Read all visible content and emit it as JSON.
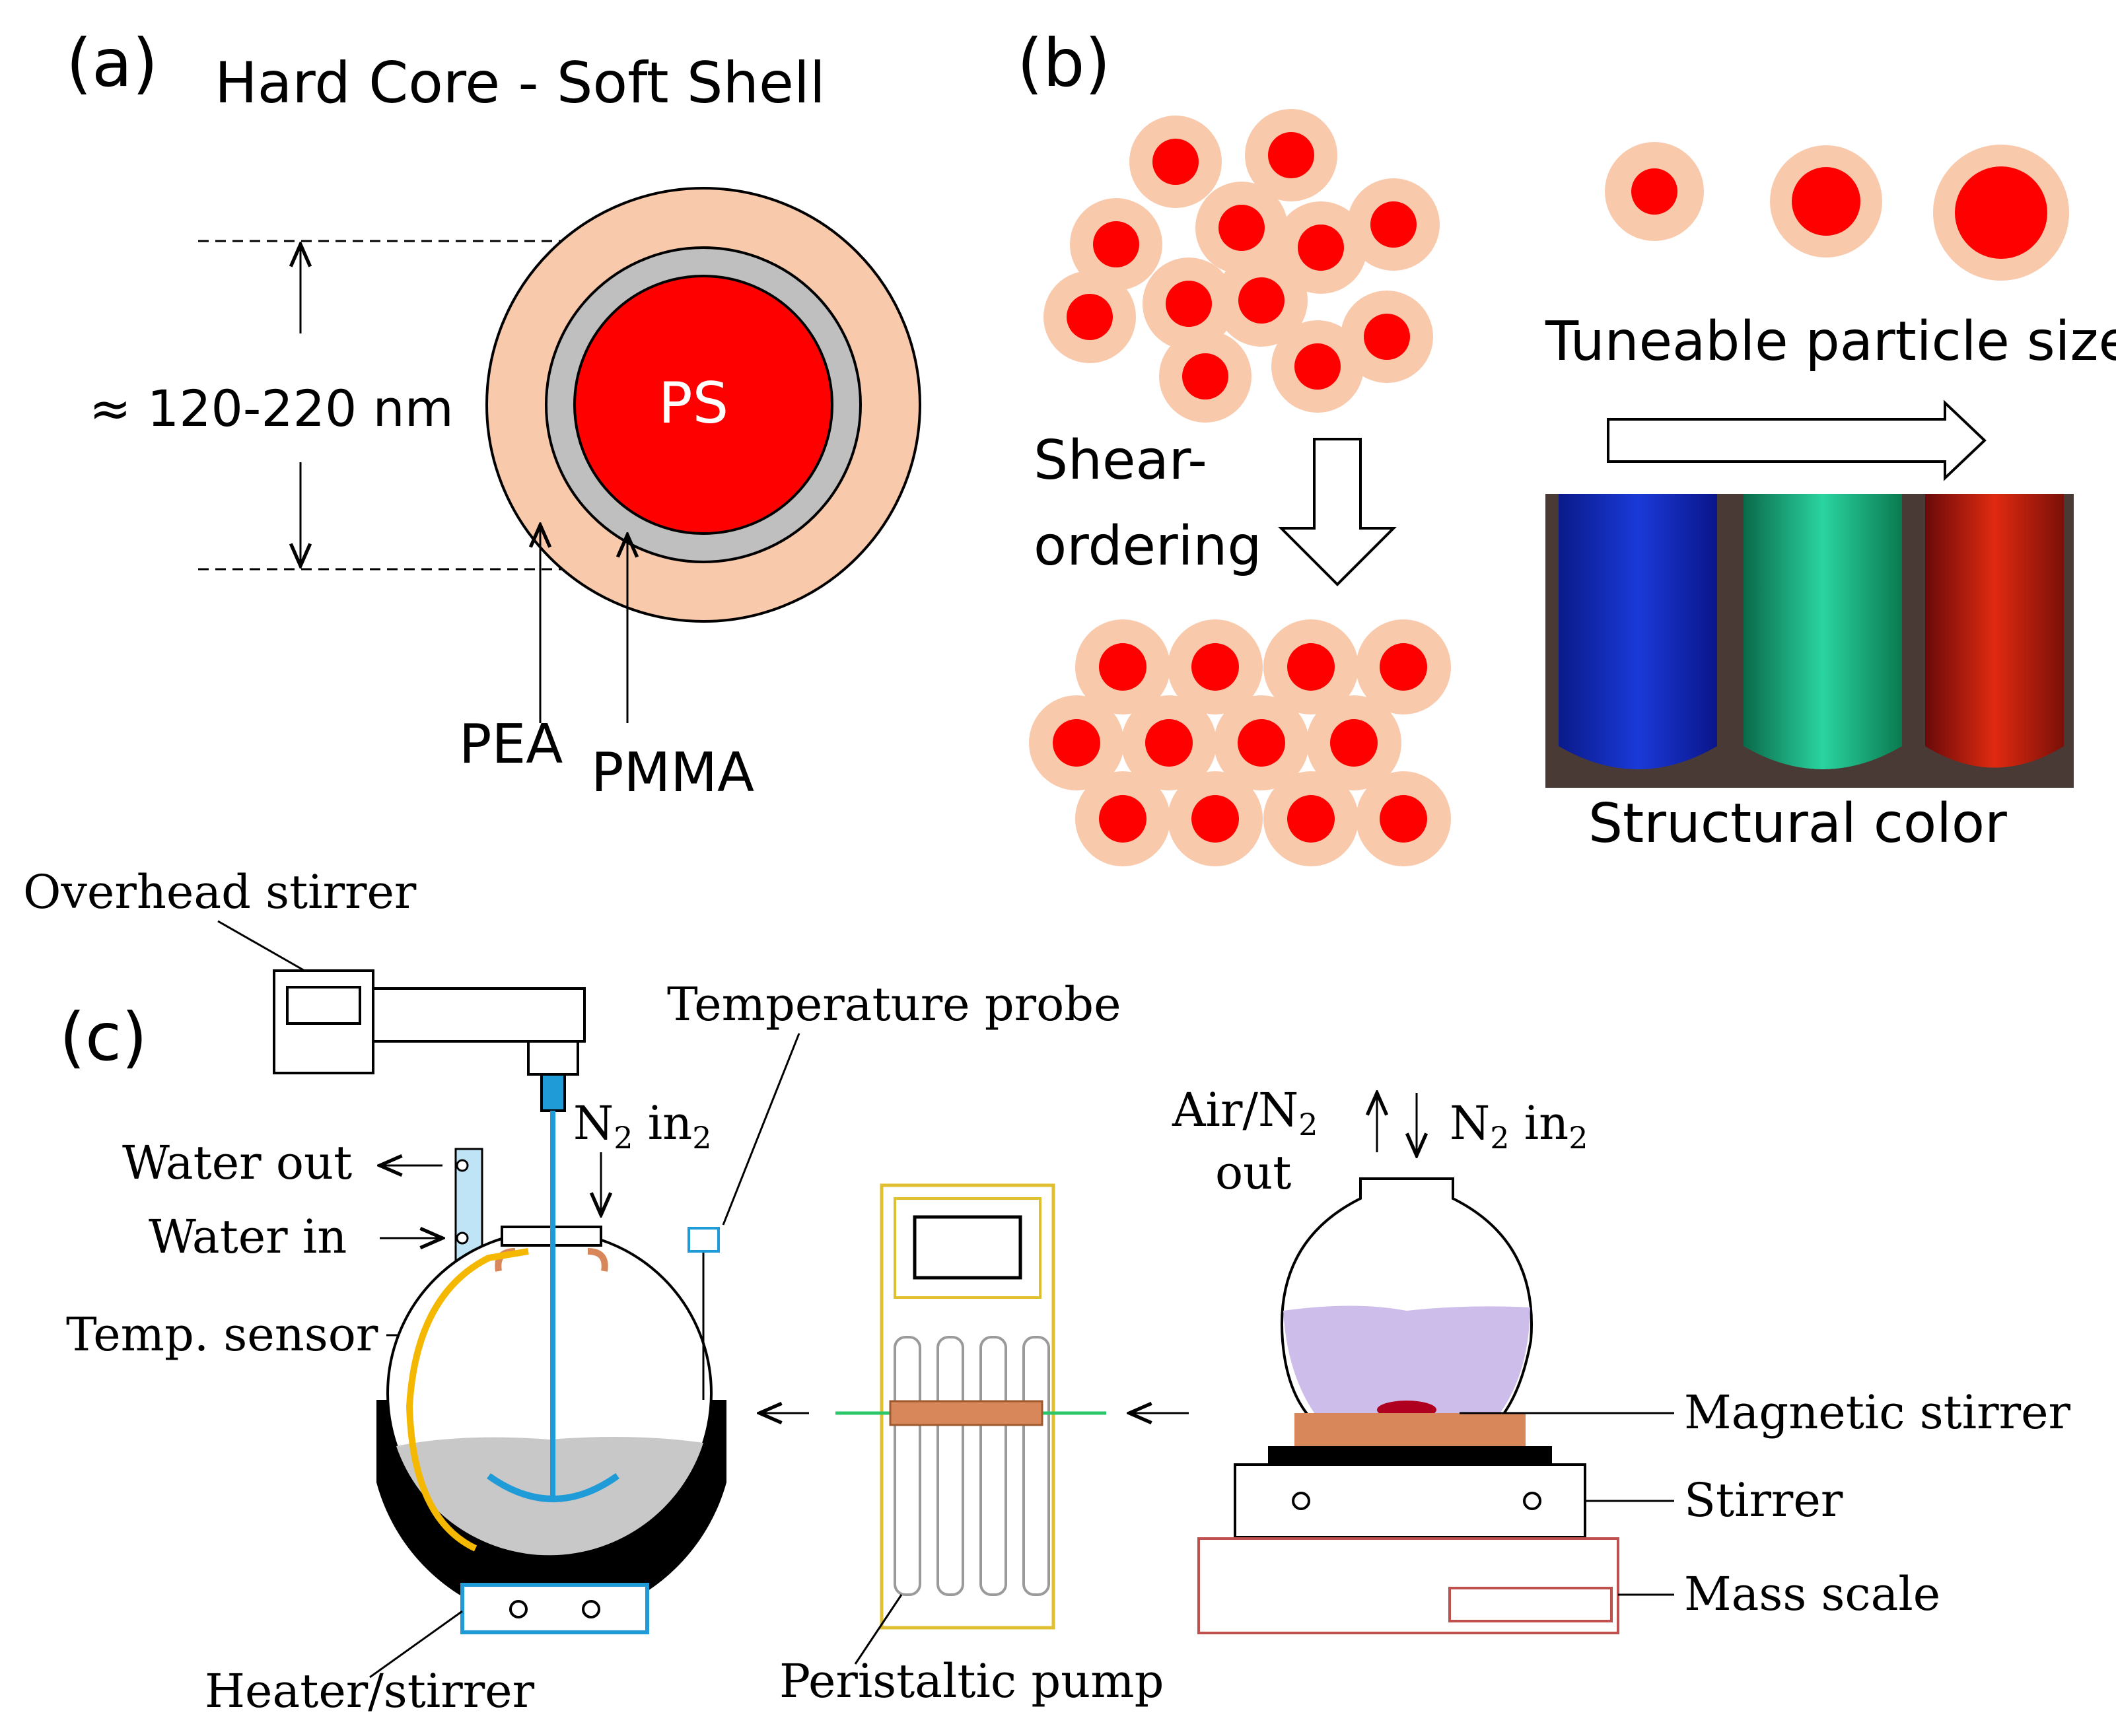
{
  "panel_a": {
    "label": "(a)",
    "title": "Hard Core - Soft Shell",
    "size_label": "≈ 120-220 nm",
    "core_label": "PS",
    "shell_outer_label": "PEA",
    "shell_inner_label": "PMMA"
  },
  "panel_b": {
    "label": "(b)",
    "shear_line1": "Shear-",
    "shear_line2": "ordering",
    "tuneable_label": "Tuneable particle size",
    "structural_label": "Structural color"
  },
  "panel_c": {
    "label": "(c)",
    "overhead_stirrer": "Overhead stirrer",
    "temperature_probe": "Temperature probe",
    "n2_in_left": "N",
    "n2_sub": "2",
    "in_text": " in",
    "water_out": "Water out",
    "water_in": "Water in",
    "temp_sensor": "Temp. sensor",
    "heater_stirrer": "Heater/stirrer",
    "peristaltic_pump": "Peristaltic pump",
    "air_n2": "Air/N",
    "out_text": "out",
    "magnetic_stirrer": "Magnetic stirrer",
    "stirrer": "Stirrer",
    "mass_scale": "Mass scale"
  },
  "colors": {
    "core": "#ff0000",
    "shell": "#f9c9ac",
    "pmma": "#bfbfbf",
    "water": "#1f9bd7",
    "sensor": "#f5b800",
    "pump_frame": "#e0c030",
    "scale": "#c0504d",
    "heater": "#1f9bd7",
    "copper": "#d7875a",
    "liquid": "#cdbdea",
    "tube": "#2bc66a"
  }
}
